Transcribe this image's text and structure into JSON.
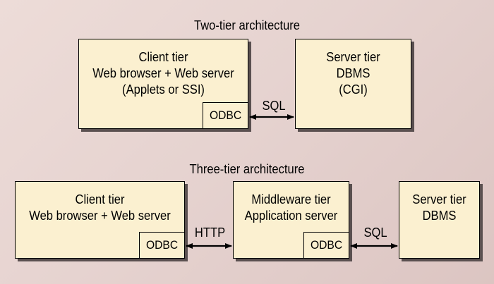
{
  "two_tier": {
    "title": "Two-tier architecture",
    "client": {
      "line1": "Client tier",
      "line2": "Web browser + Web server",
      "line3": "(Applets or SSI)",
      "odbc": "ODBC"
    },
    "server": {
      "line1": "Server tier",
      "line2": "DBMS",
      "line3": "(CGI)"
    },
    "connector": "SQL"
  },
  "three_tier": {
    "title": "Three-tier architecture",
    "client": {
      "line1": "Client tier",
      "line2": "Web browser + Web server",
      "odbc": "ODBC"
    },
    "middleware": {
      "line1": "Middleware tier",
      "line2": "Application server",
      "odbc": "ODBC"
    },
    "server": {
      "line1": "Server tier",
      "line2": "DBMS"
    },
    "connector_left": "HTTP",
    "connector_right": "SQL"
  }
}
